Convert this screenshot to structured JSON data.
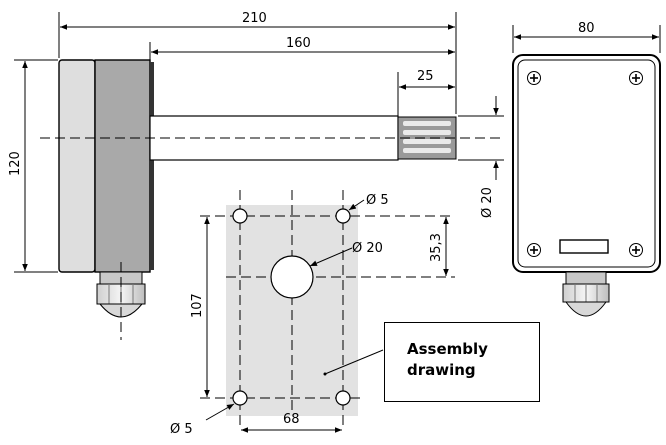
{
  "dimensions": {
    "overall_length": "210",
    "probe_length": "160",
    "sensor_length": "25",
    "housing_height": "120",
    "housing_width": "80",
    "probe_diameter": "Ø 20",
    "hole_diameter_top": "Ø 5",
    "hole_diameter_bottom": "Ø 5",
    "center_hole_diameter": "Ø 20",
    "hole_vertical_spacing": "107",
    "hole_horizontal_spacing": "68",
    "center_hole_offset": "35,3"
  },
  "callout": {
    "line1": "Assembly",
    "line2": "drawing"
  }
}
